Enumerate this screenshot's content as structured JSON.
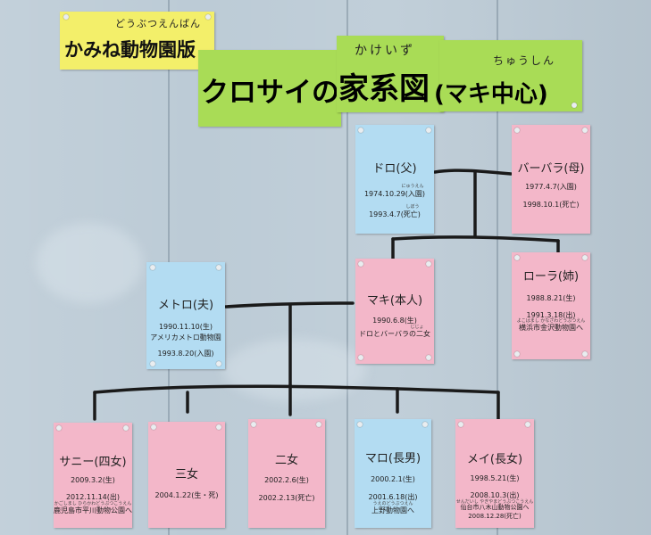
{
  "title_sign": {
    "ruby": "どうぶつえんばん",
    "text": "かみね動物園版"
  },
  "headline": {
    "part1": "クロサイの",
    "part2": "家系図",
    "part2_ruby": "かけいず",
    "part3": "(マキ中心)",
    "part3_ruby": "ちゅうしん"
  },
  "cards": {
    "doro": {
      "name": "ドロ(父)",
      "l1": "1974.10.29(入園)",
      "l1_ruby": "にゅうえん",
      "l2": "1993.4.7(死亡)",
      "l2_ruby": "しぼう"
    },
    "barbara": {
      "name": "バーバラ(母)",
      "l1": "1977.4.7(入園)",
      "l2": "1998.10.1(死亡)"
    },
    "maki": {
      "name": "マキ(本人)",
      "l1": "1990.6.8(生)",
      "l2": "ドロとバーバラの二女",
      "l2_ruby": "じじょ"
    },
    "laura": {
      "name": "ローラ(姉)",
      "l1": "1988.8.21(生)",
      "l2": "1991.3.18(出)",
      "l2_ruby": "よこはまし かなざわどうぶつえん",
      "l3": "横浜市金沢動物園へ"
    },
    "metoro": {
      "name": "メトロ(夫)",
      "l1": "1990.11.10(生)",
      "l2": "アメリカメトロ動物園",
      "l3": "1993.8.20(入園)"
    },
    "sunny": {
      "name": "サニー(四女)",
      "l1": "2009.3.2(生)",
      "l2": "2012.11.14(出)",
      "l3_ruby": "かごしまし ひらかわどうぶつこうえん",
      "l3": "鹿児島市平川動物公園へ"
    },
    "sanjo": {
      "name": "三女",
      "l1": "2004.1.22(生・死)"
    },
    "nijo": {
      "name": "二女",
      "l1": "2002.2.6(生)",
      "l2": "2002.2.13(死亡)"
    },
    "maro": {
      "name": "マロ(長男)",
      "l1": "2000.2.1(生)",
      "l2": "2001.6.18(出)",
      "l3_ruby": "うえのどうぶつえん",
      "l3": "上野動物園へ"
    },
    "mei": {
      "name": "メイ(長女)",
      "l1": "1998.5.21(生)",
      "l2": "2008.10.3(出)",
      "l3_ruby": "せんだいし やぎやまどうぶつこうえん",
      "l3": "仙台市八木山動物公園へ",
      "l4": "2008.12.28(死亡)"
    }
  },
  "colors": {
    "female_card": "#f3b7c9",
    "male_card": "#b3dcf2",
    "title_yellow": "#f3ef6a",
    "headline_green": "#a9dc56",
    "board": "#bccbd6",
    "yarn": "#1a1a1a"
  }
}
